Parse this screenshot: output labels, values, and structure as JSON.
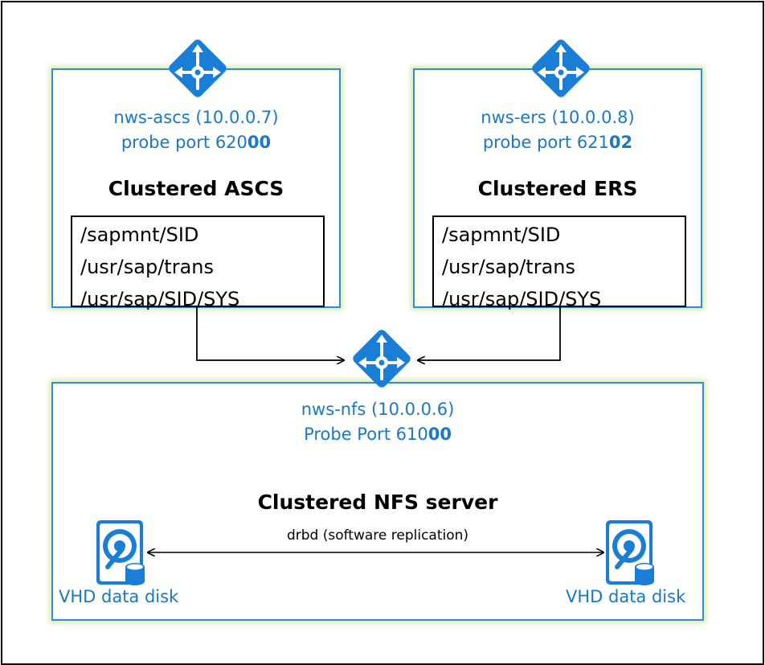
{
  "ascs": {
    "lb_name": "nws-ascs (10.0.0.7)",
    "probe_prefix": "probe port 620",
    "probe_suffix": "00",
    "title": "Clustered ASCS",
    "paths": [
      "/sapmnt/SID",
      "/usr/sap/trans",
      "/usr/sap/SID/SYS"
    ]
  },
  "ers": {
    "lb_name": "nws-ers (10.0.0.8)",
    "probe_prefix": "probe port 621",
    "probe_suffix": "02",
    "title": "Clustered ERS",
    "paths": [
      "/sapmnt/SID",
      "/usr/sap/trans",
      "/usr/sap/SID/SYS"
    ]
  },
  "nfs": {
    "lb_name": "nws-nfs (10.0.0.6)",
    "probe_prefix": "Probe Port 610",
    "probe_suffix": "00",
    "title": "Clustered NFS server",
    "replication_label": "drbd (software replication)",
    "disk_left_label": "VHD data disk",
    "disk_right_label": "VHD data disk"
  },
  "colors": {
    "accent": "#1a78c8",
    "border": "#2e8fd8",
    "glow": "#d2e6aa"
  },
  "icons": [
    "load-balancer-icon",
    "hard-disk-icon"
  ]
}
